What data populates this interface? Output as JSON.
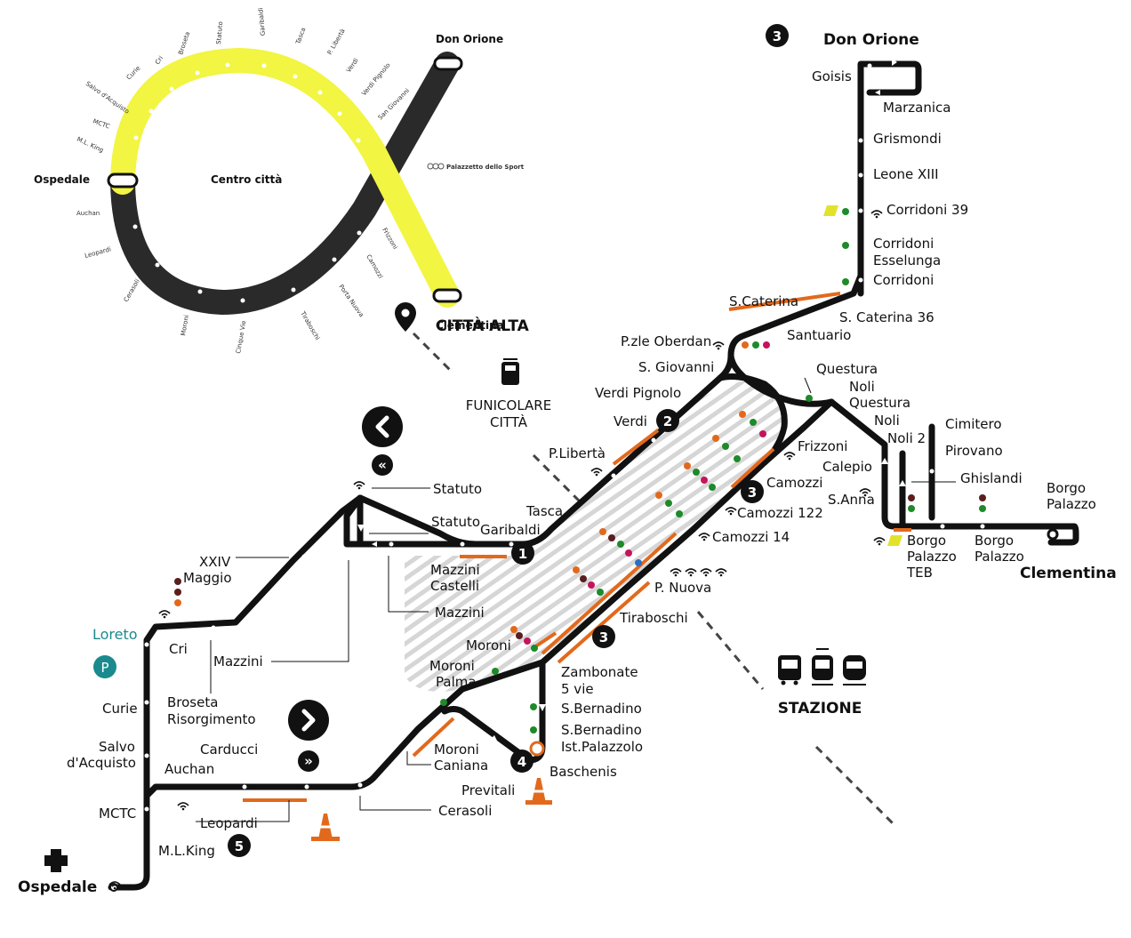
{
  "inset": {
    "terminal_top": "Don Orione",
    "terminal_left": "Ospedale",
    "center_label": "Centro città",
    "terminal_bottom": "Clementina",
    "palazzetto": "Palazzetto dello Sport",
    "stops_upper": [
      "Broseta",
      "Statuto",
      "Garibaldi",
      "Tasca",
      "P. Libertà",
      "Verdi",
      "Verdi Pignolo",
      "San Giovanni"
    ],
    "stops_left": [
      "Cri",
      "Curie",
      "Salvo d'Acquisto",
      "MCTC",
      "M.L. King"
    ],
    "stops_lower": [
      "Auchan",
      "Leopardi",
      "Cerasoli",
      "Moroni",
      "Cinque Vie",
      "Tiraboschi",
      "Porta Nuova",
      "Camozzi",
      "Frizzoni"
    ],
    "colors": {
      "yellow_line": "#f2f542",
      "black_line": "#2a2a2a"
    }
  },
  "landmarks": {
    "citta_alta": "CITTÀ ALTA",
    "funicolare": "FUNICOLARE\nCITTÀ",
    "funicolare_line1": "FUNICOLARE",
    "funicolare_line2": "CITTÀ",
    "stazione": "STAZIONE",
    "loreto": "Loreto",
    "parking": "P"
  },
  "terminals": {
    "don_orione": "Don Orione",
    "clementina": "Clementina",
    "ospedale": "Ospedale"
  },
  "badges": {
    "b1": "1",
    "b2": "2",
    "b3a": "3",
    "b3b": "3",
    "b3c": "3",
    "b4": "4",
    "b5": "5"
  },
  "nav": {
    "back": "«",
    "forward": "»"
  },
  "stops": {
    "goisis": "Goisis",
    "marzanica": "Marzanica",
    "grismondi": "Grismondi",
    "leone": "Leone XIII",
    "corridoni39": "Corridoni 39",
    "corridoni_esselunga_1": "Corridoni",
    "corridoni_esselunga_2": "Esselunga",
    "corridoni": "Corridoni",
    "s_caterina": "S.Caterina",
    "s_caterina36": "S. Caterina 36",
    "santuario": "Santuario",
    "pzle_oberdan": "P.zle Oberdan",
    "s_giovanni": "S. Giovanni",
    "verdi_pignolo": "Verdi Pignolo",
    "verdi": "Verdi",
    "p_liberta": "P.Libertà",
    "tasca": "Tasca",
    "garibaldi": "Garibaldi",
    "statuto_top": "Statuto",
    "statuto": "Statuto",
    "mazzini_castelli_1": "Mazzini",
    "mazzini_castelli_2": "Castelli",
    "mazzini_a": "Mazzini",
    "mazzini_b": "Mazzini",
    "xxiv_1": "XXIV",
    "xxiv_2": "Maggio",
    "cri": "Cri",
    "broseta_1": "Broseta",
    "broseta_2": "Risorgimento",
    "curie": "Curie",
    "salvo_1": "Salvo",
    "salvo_2": "d'Acquisto",
    "carducci": "Carducci",
    "auchan": "Auchan",
    "mctc": "MCTC",
    "leopardi": "Leopardi",
    "mlking": "M.L.King",
    "cerasoli": "Cerasoli",
    "previtali": "Previtali",
    "moroni_caniana_1": "Moroni",
    "moroni_caniana_2": "Caniana",
    "baschenis": "Baschenis",
    "moroni_palma_1": "Moroni",
    "moroni_palma_2": "Palma",
    "moroni": "Moroni",
    "s_bernadino_ist_1": "S.Bernadino",
    "s_bernadino_ist_2": "Ist.Palazzolo",
    "s_bernadino": "S.Bernadino",
    "zambonate_1": "Zambonate",
    "zambonate_2": "5 vie",
    "tiraboschi": "Tiraboschi",
    "p_nuova": "P. Nuova",
    "camozzi14": "Camozzi 14",
    "camozzi122": "Camozzi 122",
    "camozzi": "Camozzi",
    "frizzoni": "Frizzoni",
    "questura": "Questura",
    "noli_questura_1": "Noli",
    "noli_questura_2": "Questura",
    "noli_1": "Noli",
    "noli_2": "Noli 2",
    "calepio": "Calepio",
    "s_anna": "S.Anna",
    "cimitero": "Cimitero",
    "pirovano": "Pirovano",
    "ghislandi": "Ghislandi",
    "borgo_palazzo_1": "Borgo",
    "borgo_palazzo_2": "Palazzo",
    "borgo_teb_1": "Borgo",
    "borgo_teb_2": "Palazzo",
    "borgo_teb_3": "TEB",
    "borgo_palazzo_b_1": "Borgo",
    "borgo_palazzo_b_2": "Palazzo"
  },
  "colors": {
    "line": "#111111",
    "orange": "#e2691c",
    "green": "#1e8a2a",
    "magenta": "#c4155c",
    "brown": "#5a1e1e",
    "blue": "#2a6fc4",
    "teal": "#1a8a8f",
    "yellow_marker": "#e2e22b"
  }
}
